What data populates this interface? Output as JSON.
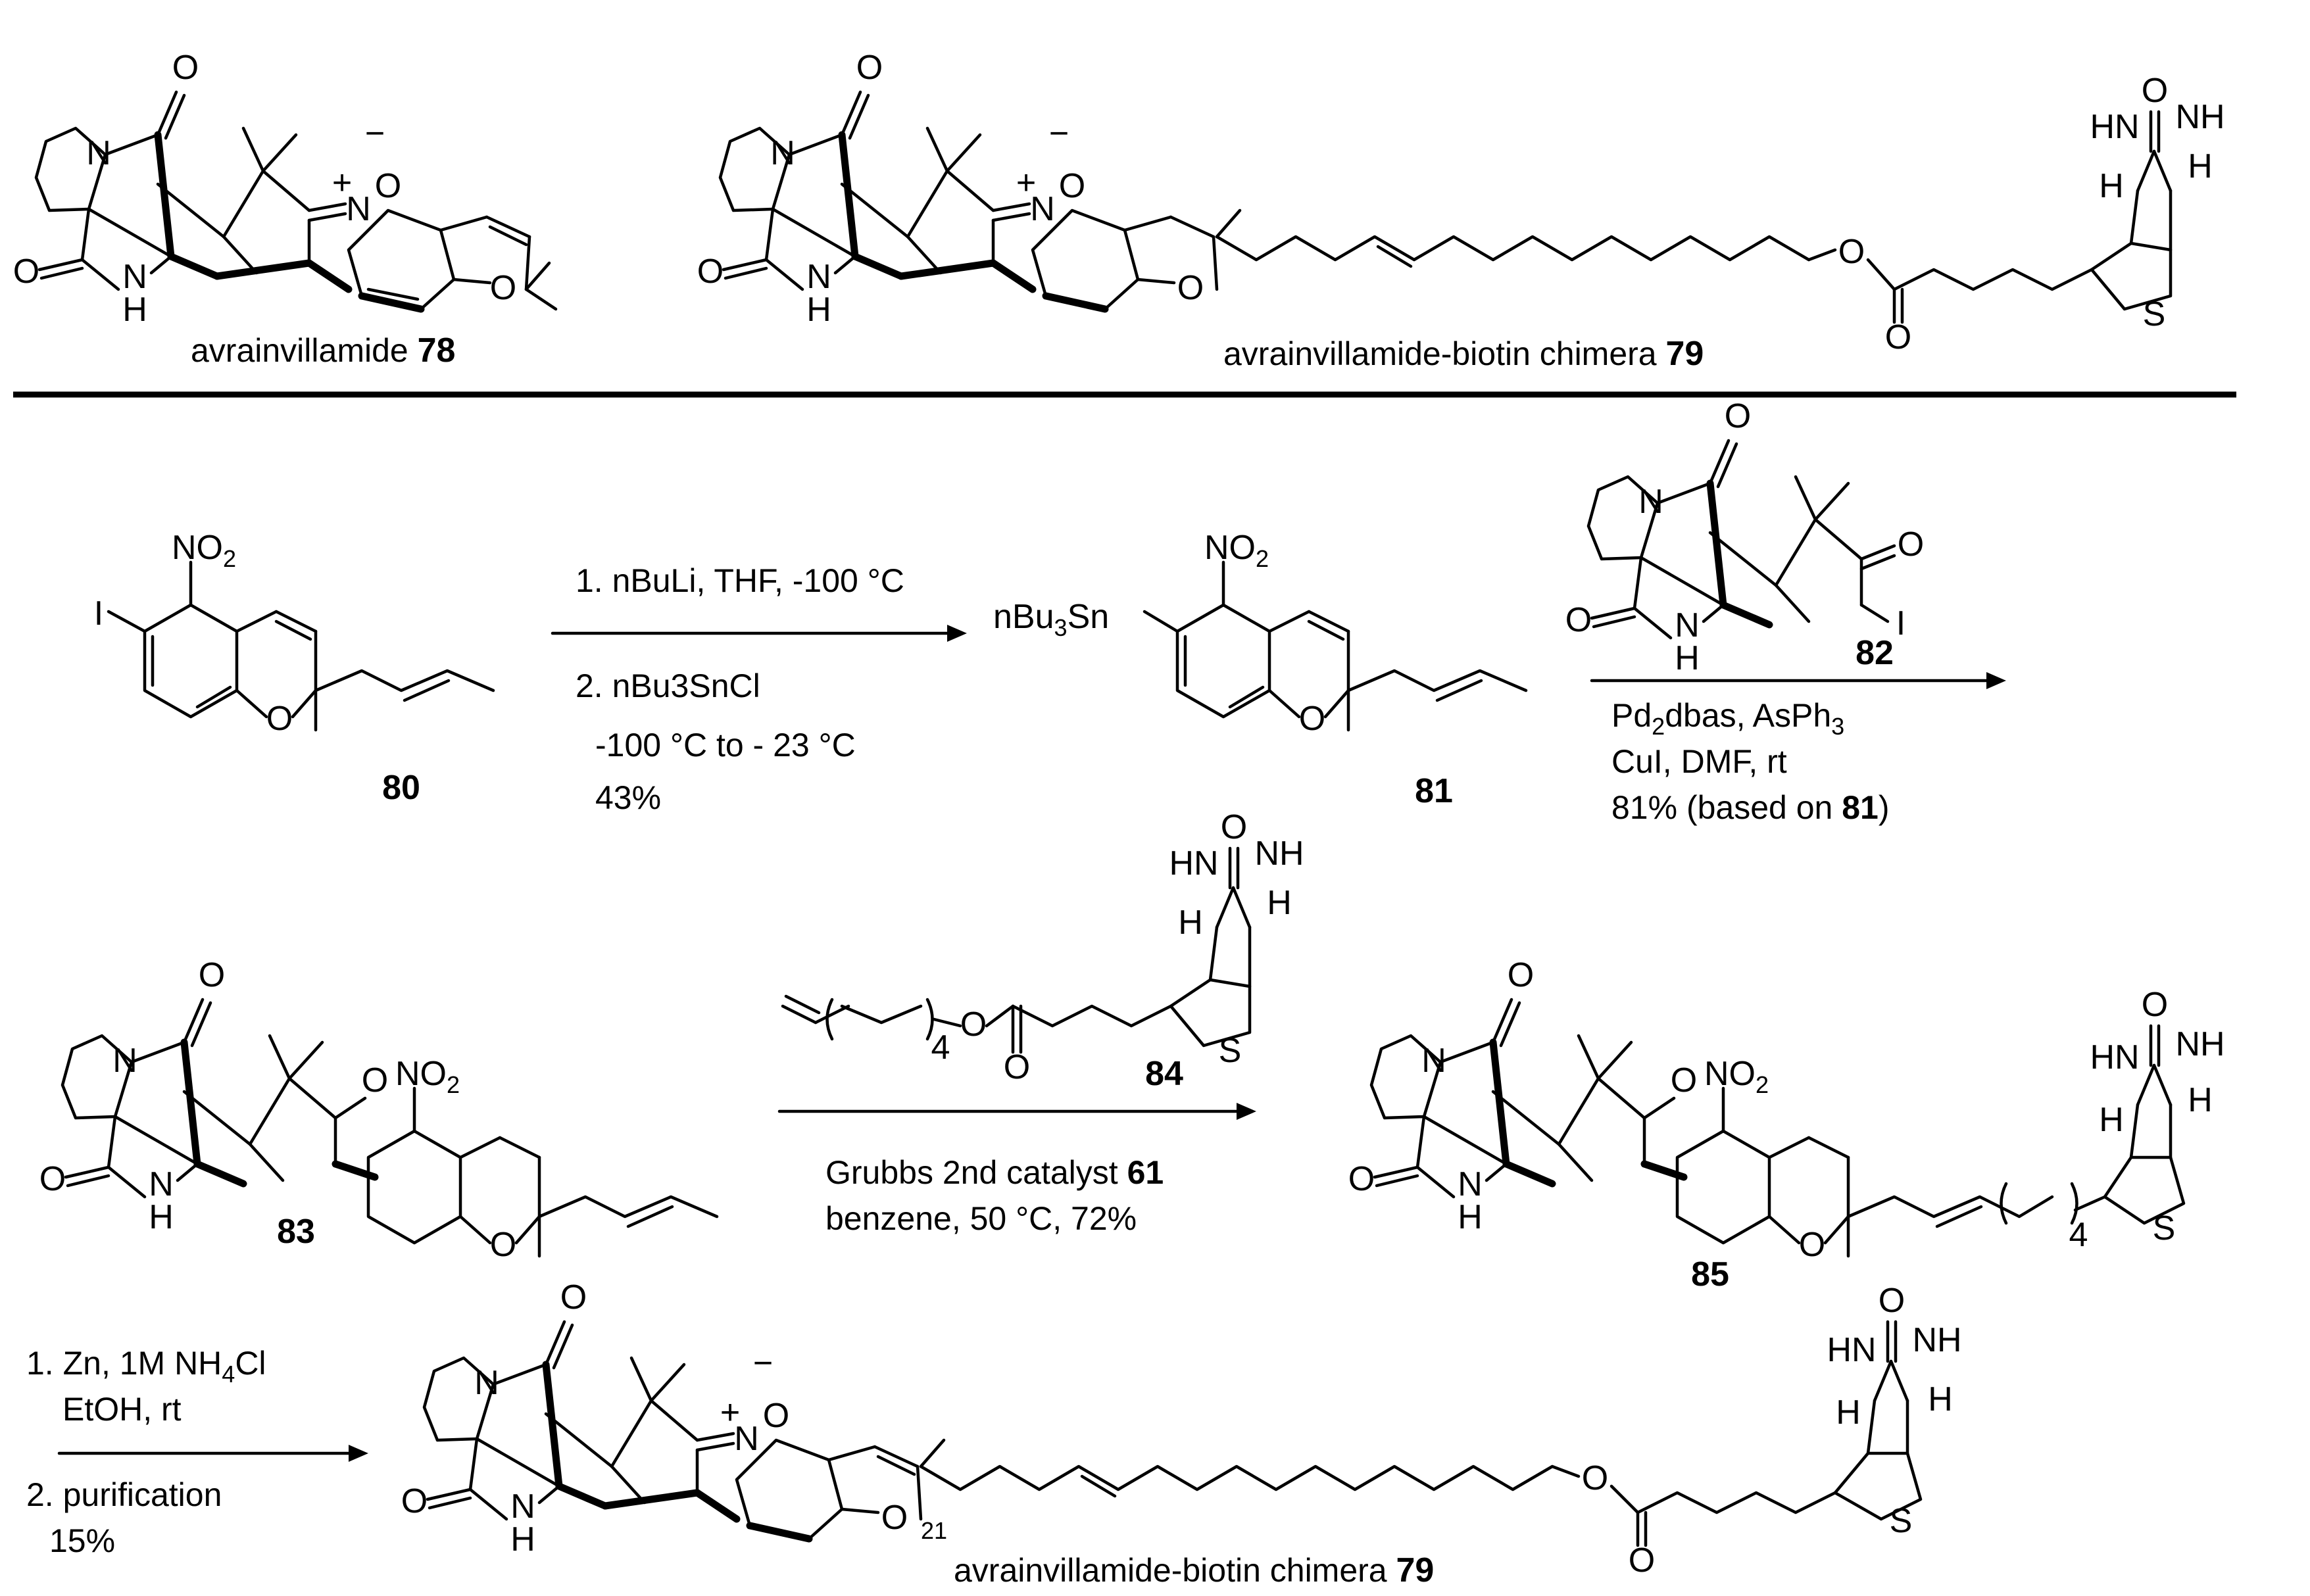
{
  "compounds": {
    "c78_name": "avrainvillamide",
    "c78_num": "78",
    "c79_name": "avrainvillamide-biotin chimera",
    "c79_num": "79",
    "c80_num": "80",
    "c81_num": "81",
    "c82_num": "82",
    "c83_num": "83",
    "c84_num": "84",
    "c85_num": "85"
  },
  "step1": {
    "line1": "1. nBuLi, THF, -100 °C",
    "line2": "2. nBu3SnCl",
    "line3": "-100 °C to - 23 °C",
    "yield": "43%"
  },
  "step2": {
    "line1": "Pd2dbas, AsPh3",
    "line2": "CuI, DMF, rt",
    "line3": "81% (based on 81)"
  },
  "step3": {
    "line1": "Grubbs 2nd catalyst 61",
    "line2": "benzene, 50 °C, 72%"
  },
  "step4": {
    "line1": "1. Zn, 1M NH4Cl",
    "line2": "EtOH, rt",
    "line3": "2. purification",
    "yield": "15%"
  },
  "atoms": {
    "O": "O",
    "N": "N",
    "NH": "NH",
    "HN": "HN",
    "H": "H",
    "S": "S",
    "I": "I",
    "NO2": "NO2",
    "nBu3Sn": "nBu3Sn",
    "plus": "+",
    "minus": "−",
    "sub4": "4",
    "locant21": "21"
  },
  "colors": {
    "ink": "#000000",
    "background": "#ffffff"
  }
}
